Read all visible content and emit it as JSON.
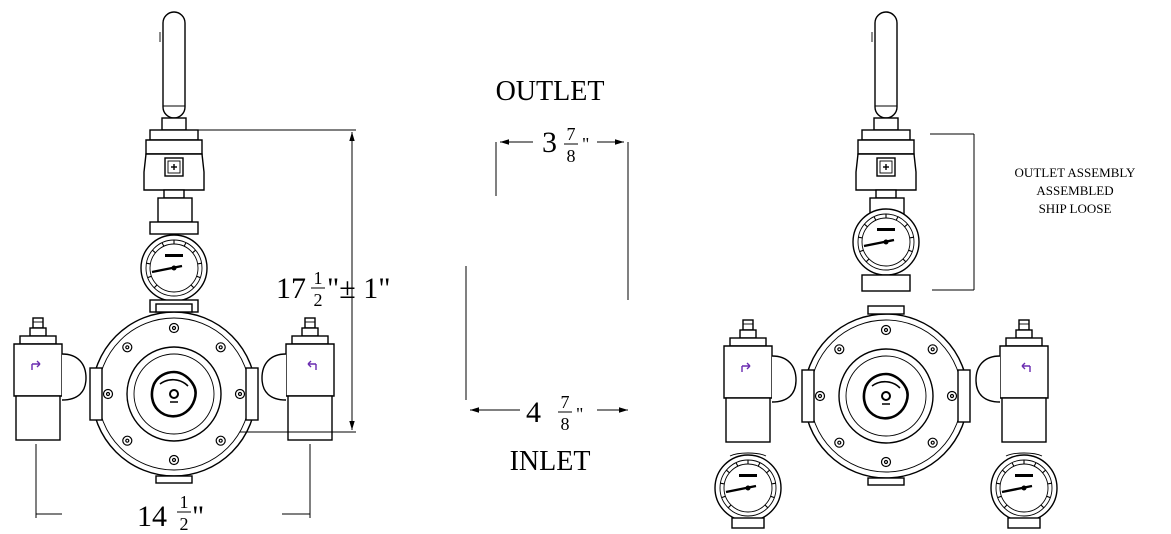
{
  "labels": {
    "outlet": "OUTLET",
    "inlet": "INLET",
    "outlet_assembly": [
      "OUTLET ASSEMBLY",
      "ASSEMBLED",
      "SHIP LOOSE"
    ]
  },
  "dimensions": {
    "height": {
      "whole": "17",
      "num": "1",
      "den": "2",
      "suffix": "\"± 1\""
    },
    "width": {
      "whole": "14",
      "num": "1",
      "den": "2",
      "suffix": "\""
    },
    "outlet_offset": {
      "whole": "3",
      "num": "7",
      "den": "8",
      "suffix": "\""
    },
    "inlet_offset": {
      "whole": "4",
      "num": "7",
      "den": "8",
      "suffix": "\""
    }
  },
  "colors": {
    "line": "#000000",
    "flow_arrow": "#6a2bb0"
  }
}
